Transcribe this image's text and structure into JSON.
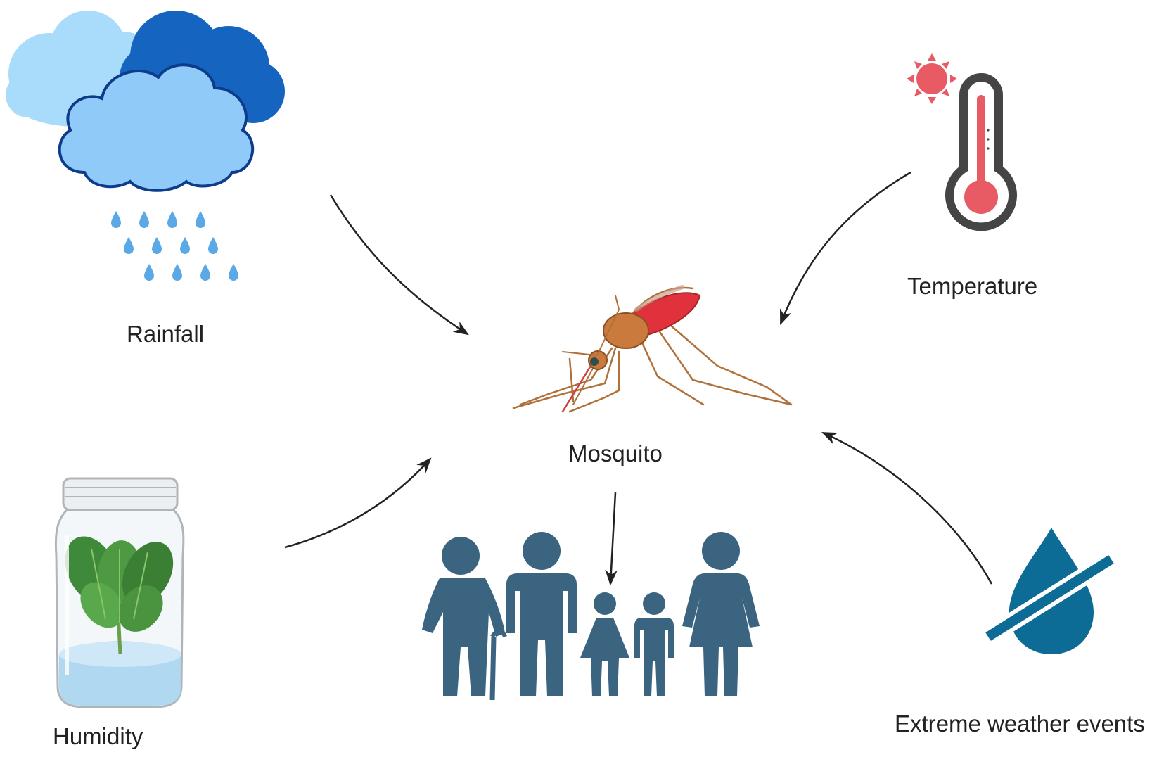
{
  "labels": {
    "rainfall": "Rainfall",
    "temperature": "Temperature",
    "mosquito": "Mosquito",
    "humidity": "Humidity",
    "extreme_weather": "Extreme weather events"
  },
  "icons": {
    "rainfall": "rain-clouds-icon",
    "temperature": "thermometer-sun-icon",
    "mosquito": "mosquito-icon",
    "humidity": "jar-plant-icon",
    "extreme_weather": "no-water-drop-icon",
    "people": "family-people-icon"
  },
  "colors": {
    "cloud_light": "#a9dcfb",
    "cloud_dark": "#1565c0",
    "cloud_front": "#90caf9",
    "rain_drop": "#5aa9e6",
    "thermometer_red": "#e85a64",
    "thermometer_body": "#454545",
    "mosquito_body": "#c97a3c",
    "mosquito_blood": "#e0313c",
    "people": "#3a6480",
    "drop_blue": "#0d6c95",
    "arrow": "#222222"
  }
}
